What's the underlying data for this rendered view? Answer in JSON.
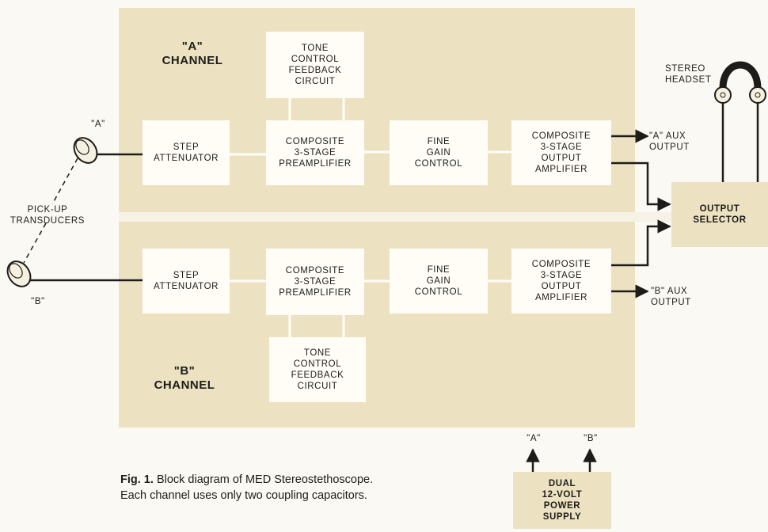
{
  "channel_a": {
    "title": "\"A\"\nCHANNEL",
    "tone_control": "TONE\nCONTROL\nFEEDBACK\nCIRCUIT",
    "step_attenuator": "STEP\nATTENUATOR",
    "preamplifier": "COMPOSITE\n3-STAGE\nPREAMPLIFIER",
    "fine_gain": "FINE\nGAIN\nCONTROL",
    "output_amplifier": "COMPOSITE\n3-STAGE\nOUTPUT\nAMPLIFIER",
    "aux_output": "\"A\" AUX\nOUTPUT"
  },
  "channel_b": {
    "title": "\"B\"\nCHANNEL",
    "tone_control": "TONE\nCONTROL\nFEEDBACK\nCIRCUIT",
    "step_attenuator": "STEP\nATTENUATOR",
    "preamplifier": "COMPOSITE\n3-STAGE\nPREAMPLIFIER",
    "fine_gain": "FINE\nGAIN\nCONTROL",
    "output_amplifier": "COMPOSITE\n3-STAGE\nOUTPUT\nAMPLIFIER",
    "aux_output": "\"B\" AUX\nOUTPUT"
  },
  "transducer_a_label": "\"A\"",
  "transducer_b_label": "\"B\"",
  "pickup_label": "PICK-UP\nTRANSDUCERS",
  "headset_label": "STEREO\nHEADSET",
  "output_selector": "OUTPUT\nSELECTOR",
  "power_supply": "DUAL\n12-VOLT\nPOWER\nSUPPLY",
  "power_a_label": "\"A\"",
  "power_b_label": "\"B\"",
  "caption": {
    "fig_label": "Fig. 1.",
    "line1": "Block diagram of MED Stereostethoscope.",
    "line2": "Each channel uses only two coupling capacitors."
  },
  "colors": {
    "panel": "#ece2c2",
    "block": "#fffdf6",
    "line": "#1e1c18",
    "background": "#fbf9f3"
  }
}
